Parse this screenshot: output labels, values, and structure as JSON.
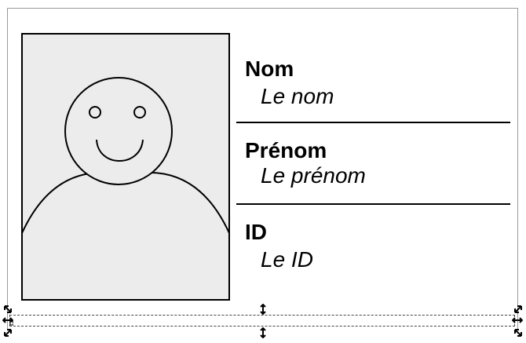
{
  "card": {
    "fields": [
      {
        "label": "Nom",
        "value": "Le nom"
      },
      {
        "label": "Prénom",
        "value": "Le prénom"
      },
      {
        "label": "ID",
        "value": "Le ID"
      }
    ]
  },
  "colors": {
    "photo_fill": "#ececec",
    "stroke": "#000000",
    "card_border": "#9a9a9a",
    "selection": "#444444"
  },
  "icons": {
    "photo": "avatar-placeholder-icon",
    "handle_corner": "corner-scale-arrow-icon",
    "handle_edge": "vertical-scale-arrow-icon",
    "handle_side": "horizontal-scale-arrow-icon"
  }
}
